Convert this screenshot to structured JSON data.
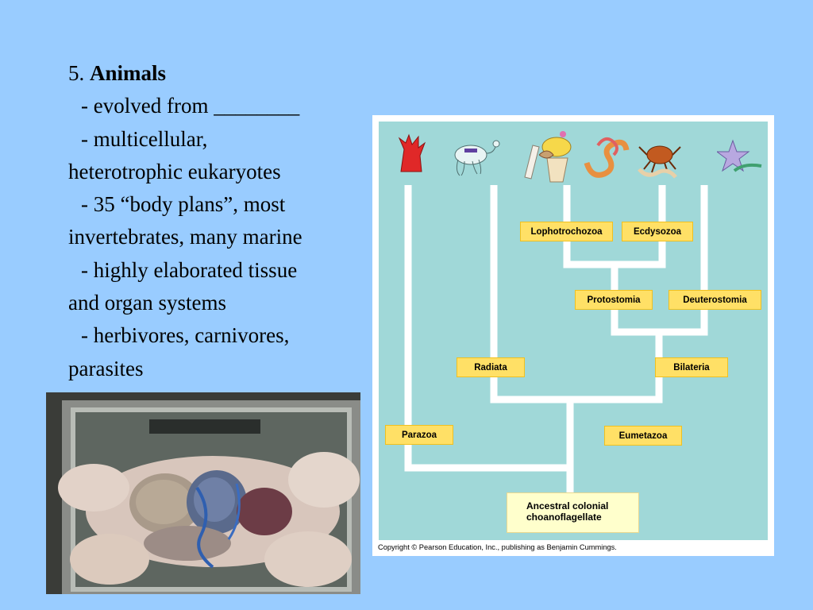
{
  "slide": {
    "number": "5.",
    "title": "Animals",
    "bullets": [
      "- evolved from ________",
      "- multicellular,",
      "heterotrophic eukaryotes",
      "- 35 “body plans”, most",
      "invertebrates, many marine",
      "- highly elaborated tissue",
      "and organ systems",
      "- herbivores, carnivores,",
      "parasites"
    ]
  },
  "figure": {
    "nodes": {
      "lophotrochozoa": "Lophotrochozoa",
      "ecdysozoa": "Ecdysozoa",
      "protostomia": "Protostomia",
      "deuterostomia": "Deuterostomia",
      "radiata": "Radiata",
      "bilateria": "Bilateria",
      "parazoa": "Parazoa",
      "eumetazoa": "Eumetazoa",
      "ancestor_line1": "Ancestral colonial",
      "ancestor_line2": "choanoflagellate"
    },
    "copyright": "Copyright © Pearson Education, Inc., publishing as Benjamin Cummings.",
    "colors": {
      "background": "#99ccff",
      "panel": "#a0d8d8",
      "label_fill": "#ffe066",
      "ancestor_fill": "#ffffcc",
      "branch": "#ffffff"
    },
    "icons": [
      "sponge-icon",
      "jellyfish-icon",
      "flatworm-mollusc-icon",
      "annelid-worm-icon",
      "crab-nematode-icon",
      "starfish-chordate-icon"
    ]
  }
}
